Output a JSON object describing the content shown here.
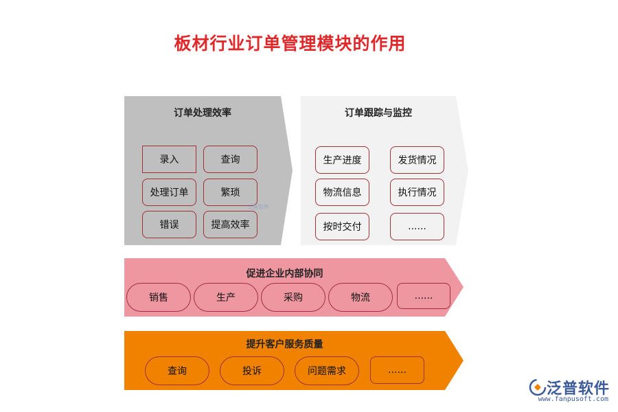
{
  "title": "板材行业订单管理模块的作用",
  "panels": {
    "efficiency": {
      "title": "订单处理效率",
      "items": [
        "录入",
        "查询",
        "处理订单",
        "繁琐",
        "错误",
        "提高效率"
      ]
    },
    "tracking": {
      "title": "订单跟踪与监控",
      "items": [
        "生产进度",
        "发货情况",
        "物流信息",
        "执行情况",
        "按时交付",
        "......"
      ]
    },
    "collaboration": {
      "title": "促进企业内部协同",
      "items": [
        "销售",
        "生产",
        "采购",
        "物流",
        "......"
      ]
    },
    "service": {
      "title": "提升客户服务质量",
      "items": [
        "查询",
        "投诉",
        "问题需求",
        "......"
      ]
    }
  },
  "watermark": "泛普软件",
  "logo": {
    "name": "泛普软件",
    "url": "www.fanpusoft.com"
  },
  "colors": {
    "title": "#e0282a",
    "efficiency_bg": "#bfbfbf",
    "tracking_bg": "#f2f2f2",
    "collaboration_bg": "#ef97a1",
    "service_bg": "#f08200",
    "box_border": "#a0303a"
  }
}
